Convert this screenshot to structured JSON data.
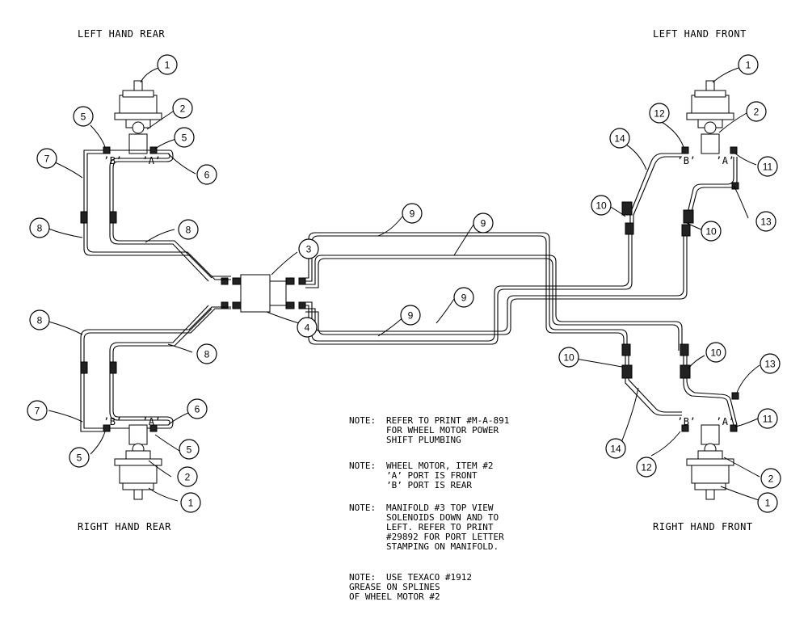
{
  "labels": {
    "left_hand_rear": "LEFT HAND REAR",
    "left_hand_front": "LEFT HAND FRONT",
    "right_hand_rear": "RIGHT HAND REAR",
    "right_hand_front": "RIGHT HAND FRONT"
  },
  "ports": {
    "a": "’A’",
    "b": "’B’"
  },
  "callouts": [
    "1",
    "1",
    "2",
    "2",
    "5",
    "5",
    "7",
    "6",
    "8",
    "8",
    "3",
    "4",
    "9",
    "9",
    "9",
    "9",
    "8",
    "8",
    "7",
    "6",
    "5",
    "5",
    "2",
    "1",
    "12",
    "14",
    "11",
    "10",
    "13",
    "10",
    "10",
    "10",
    "13",
    "11",
    "14",
    "12",
    "2",
    "1"
  ],
  "notes": [
    [
      "NOTE:",
      "REFER TO PRINT #M-A-891",
      "FOR WHEEL MOTOR POWER",
      "SHIFT PLUMBING"
    ],
    [
      "NOTE:",
      "WHEEL MOTOR, ITEM #2",
      "’A’ PORT IS FRONT",
      "’B’ PORT IS REAR"
    ],
    [
      "NOTE:",
      "MANIFOLD #3 TOP VIEW",
      "SOLENOIDS DOWN AND TO",
      "LEFT. REFER TO PRINT",
      "#29892 FOR PORT LETTER",
      "STAMPING ON MANIFOLD."
    ],
    [
      "NOTE:",
      "USE TEXACO #1912",
      "GREASE ON SPLINES",
      "OF WHEEL MOTOR #2"
    ]
  ]
}
